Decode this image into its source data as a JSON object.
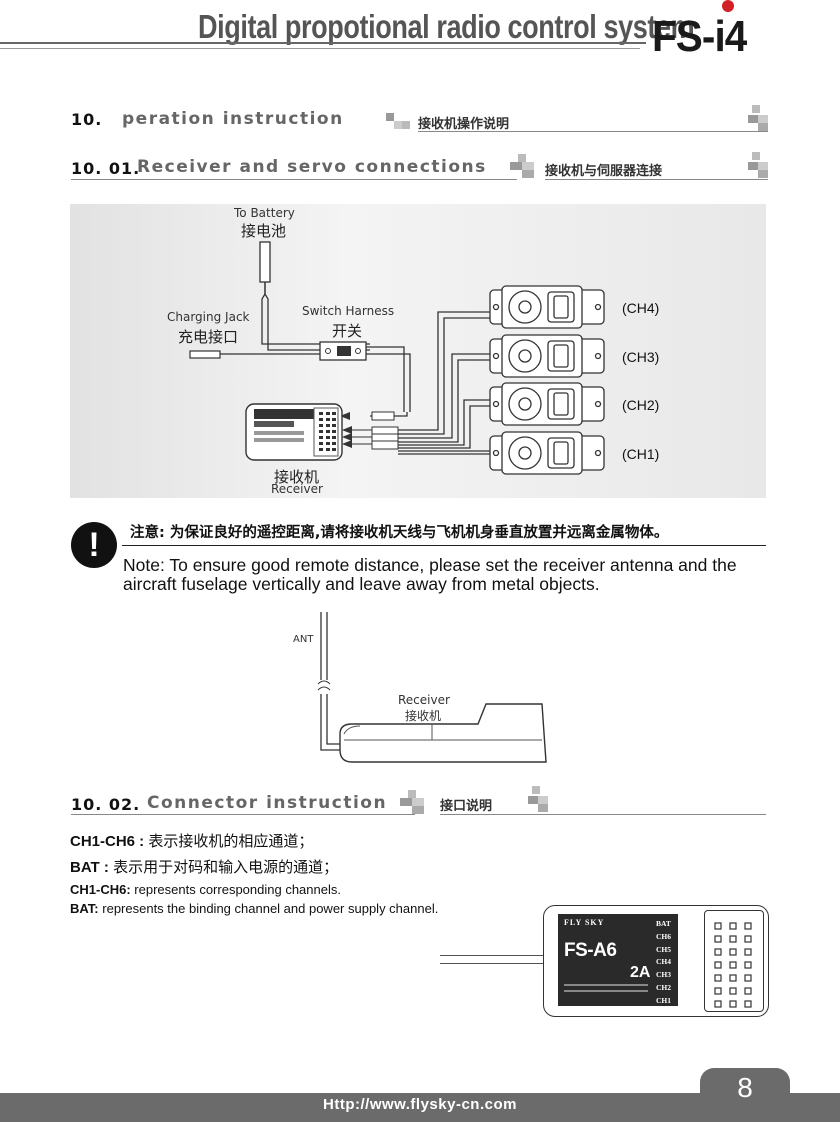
{
  "header": {
    "title": "Digital propotional radio control system",
    "model": "FS-i4"
  },
  "section_main": {
    "number": "10.",
    "title_en": "peration instruction",
    "title_cn": "接收机操作说明"
  },
  "section_1": {
    "number": "10. 01.",
    "title_en": "Receiver and servo connections",
    "title_cn": "接收机与伺服器连接"
  },
  "diagram": {
    "battery_en": "To Battery",
    "battery_cn": "接电池",
    "charging_en": "Charging Jack",
    "charging_cn": "充电接口",
    "switch_en": "Switch Harness",
    "switch_cn": "开关",
    "receiver_cn": "接收机",
    "receiver_en": "Receiver",
    "channels": [
      "(CH4)",
      "(CH3)",
      "(CH2)",
      "(CH1)"
    ]
  },
  "note": {
    "cn": "注意: 为保证良好的遥控距离,请将接收机天线与飞机机身垂直放置并远离金属物体。",
    "en": "Note: To ensure good remote distance, please set the receiver antenna and the aircraft fuselage vertically and leave away from metal objects."
  },
  "antenna": {
    "ant_label": "ANT",
    "receiver_en": "Receiver",
    "receiver_cn": "接收机"
  },
  "section_2": {
    "number": "10. 02.",
    "title_en": "Connector instruction",
    "title_cn": "接口说明"
  },
  "connector": {
    "ch_key": "CH1-CH6 :",
    "ch_desc_cn": "表示接收机的相应通道；",
    "bat_key": "BAT :",
    "bat_desc_cn": "表示用于对码和输入电源的通道；",
    "ch_key_en": "CH1-CH6:",
    "ch_desc_en": "represents corresponding channels.",
    "bat_key_en": "BAT:",
    "bat_desc_en": "represents the binding channel and power supply channel."
  },
  "receiver_label": {
    "model": "FS-A6",
    "brand": "FLY SKY",
    "ports": [
      "BAT",
      "CH6",
      "CH5",
      "CH4",
      "CH3",
      "CH2",
      "CH1"
    ],
    "badge": "2A"
  },
  "footer": {
    "url": "Http://www.flysky-cn.com",
    "page": "8"
  },
  "colors": {
    "accent_red": "#d21f26",
    "footer_gray": "#6b6b6b",
    "section_gray": "#666666"
  }
}
